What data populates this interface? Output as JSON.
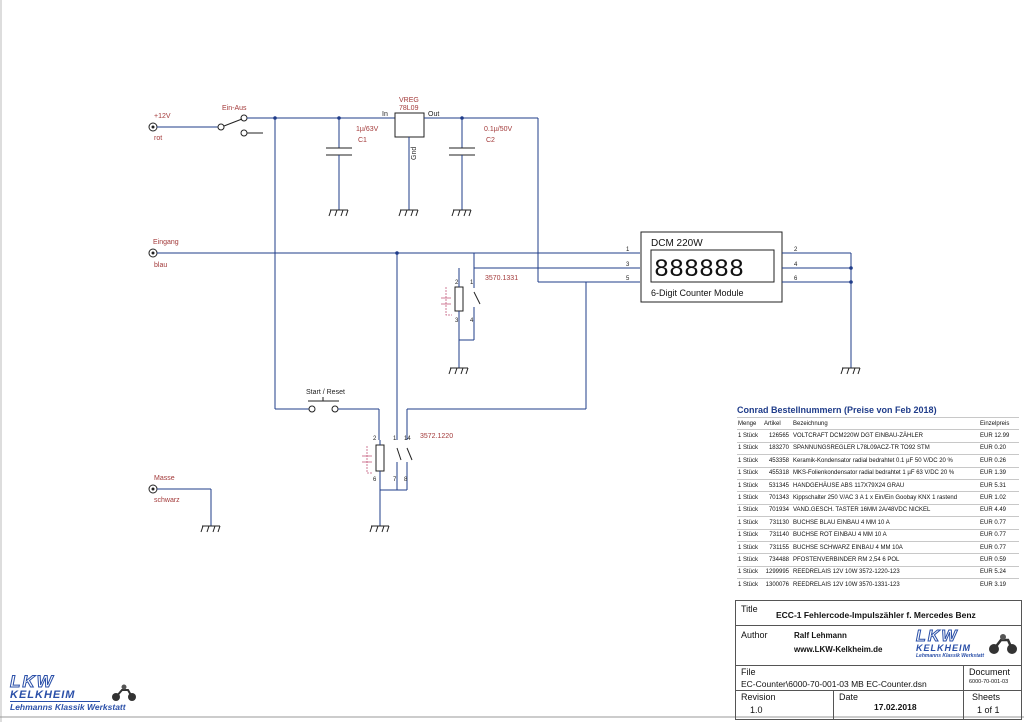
{
  "schematic": {
    "labels": {
      "plus12v": "+12V",
      "rot": "rot",
      "ein_aus": "Ein-Aus",
      "vreg": "VREG",
      "vreg_part": "78L09",
      "in": "In",
      "out": "Out",
      "gnd": "Gnd",
      "c1_value": "1µ/63V",
      "c1": "C1",
      "c2_value": "0.1µ/50V",
      "c2": "C2",
      "eingang": "Eingang",
      "blau": "blau",
      "relay1": "3570.1331",
      "start_reset": "Start / Reset",
      "relay2": "3572.1220",
      "masse": "Masse",
      "schwarz": "schwarz",
      "dcm_title": "DCM 220W",
      "dcm_display": "888888",
      "dcm_sub": "6-Digit Counter Module",
      "dcm_pin_1": "1",
      "dcm_pin_3": "3",
      "dcm_pin_5": "5",
      "dcm_pin_2": "2",
      "dcm_pin_4": "4",
      "dcm_pin_6": "6",
      "rel1_pin_2": "2",
      "rel1_pin_3": "3",
      "rel1_pin_1": "1",
      "rel1_pin_4": "4",
      "rel2_pin_2": "2",
      "rel2_pin_6": "6",
      "rel2_pin_1": "1",
      "rel2_pin_7": "7",
      "rel2_pin_14": "14",
      "rel2_pin_8": "8"
    }
  },
  "parts_list": {
    "title": "Conrad Bestellnummern (Preise von Feb 2018)",
    "headers": [
      "Menge",
      "Artikel",
      "Bezeichnung",
      "Einzelpreis"
    ],
    "rows": [
      [
        "1 Stück",
        "126565",
        "VOLTCRAFT DCM220W DGT EINBAU-ZÄHLER",
        "EUR 12.99"
      ],
      [
        "1 Stück",
        "183270",
        "SPANNUNGSREGLER L78L09ACZ-TR TO92 STM",
        "EUR 0.20"
      ],
      [
        "1 Stück",
        "453358",
        "Keramik-Kondensator radial bedrahtet 0.1 µF 50 V/DC 20 %",
        "EUR 0.26"
      ],
      [
        "1 Stück",
        "455318",
        "MKS-Folienkondensator radial bedrahtet 1 µF 63 V/DC 20 %",
        "EUR 1.39"
      ],
      [
        "1 Stück",
        "531345",
        "HANDGEHÄUSE ABS 117X79X24 GRAU",
        "EUR 5.31"
      ],
      [
        "1 Stück",
        "701343",
        "Kippschalter 250 V/AC 3 A 1 x Ein/Ein Goobay KNX 1 rastend",
        "EUR 1.02"
      ],
      [
        "1 Stück",
        "701934",
        "VAND.GESCH. TASTER 16MM 2A/48VDC NICKEL",
        "EUR 4.49"
      ],
      [
        "1 Stück",
        "731130",
        "BUCHSE BLAU EINBAU 4 MM 10 A",
        "EUR 0.77"
      ],
      [
        "1 Stück",
        "731140",
        "BUCHSE ROT EINBAU 4 MM 10 A",
        "EUR 0.77"
      ],
      [
        "1 Stück",
        "731155",
        "BUCHSE SCHWARZ EINBAU 4 MM 10A",
        "EUR 0.77"
      ],
      [
        "1 Stück",
        "734488",
        "PFOSTENVERBINDER RM 2,54 6 POL",
        "EUR 0.59"
      ],
      [
        "1 Stück",
        "1299995",
        "REEDRELAIS 12V 10W 3572-1220-123",
        "EUR 5.24"
      ],
      [
        "1 Stück",
        "1300076",
        "REEDRELAIS 12V 10W 3570-1331-123",
        "EUR 3.19"
      ]
    ]
  },
  "title_block": {
    "title_label": "Title",
    "title_value": "ECC-1 Fehlercode-Impulszähler f. Mercedes Benz",
    "author_label": "Author",
    "author_name": "Ralf Lehmann",
    "author_web": "www.LKW-Kelkheim.de",
    "file_label": "File",
    "file_value": "EC-Counter\\6000-70-001-03 MB EC-Counter.dsn",
    "document_label": "Document",
    "document_value": "6000-70-001-03",
    "revision_label": "Revision",
    "revision_value": "1.0",
    "date_label": "Date",
    "date_value": "17.02.2018",
    "sheets_label": "Sheets",
    "sheets_value": "1 of 1"
  },
  "logo": {
    "line1": "LKW",
    "line2": "KELKHEIM",
    "line3": "Lehmanns Klassik Werkstatt"
  },
  "colors": {
    "wire": "#1f3c8a",
    "label_red": "#a33a3a",
    "logo_blue": "#2a4fa8"
  }
}
